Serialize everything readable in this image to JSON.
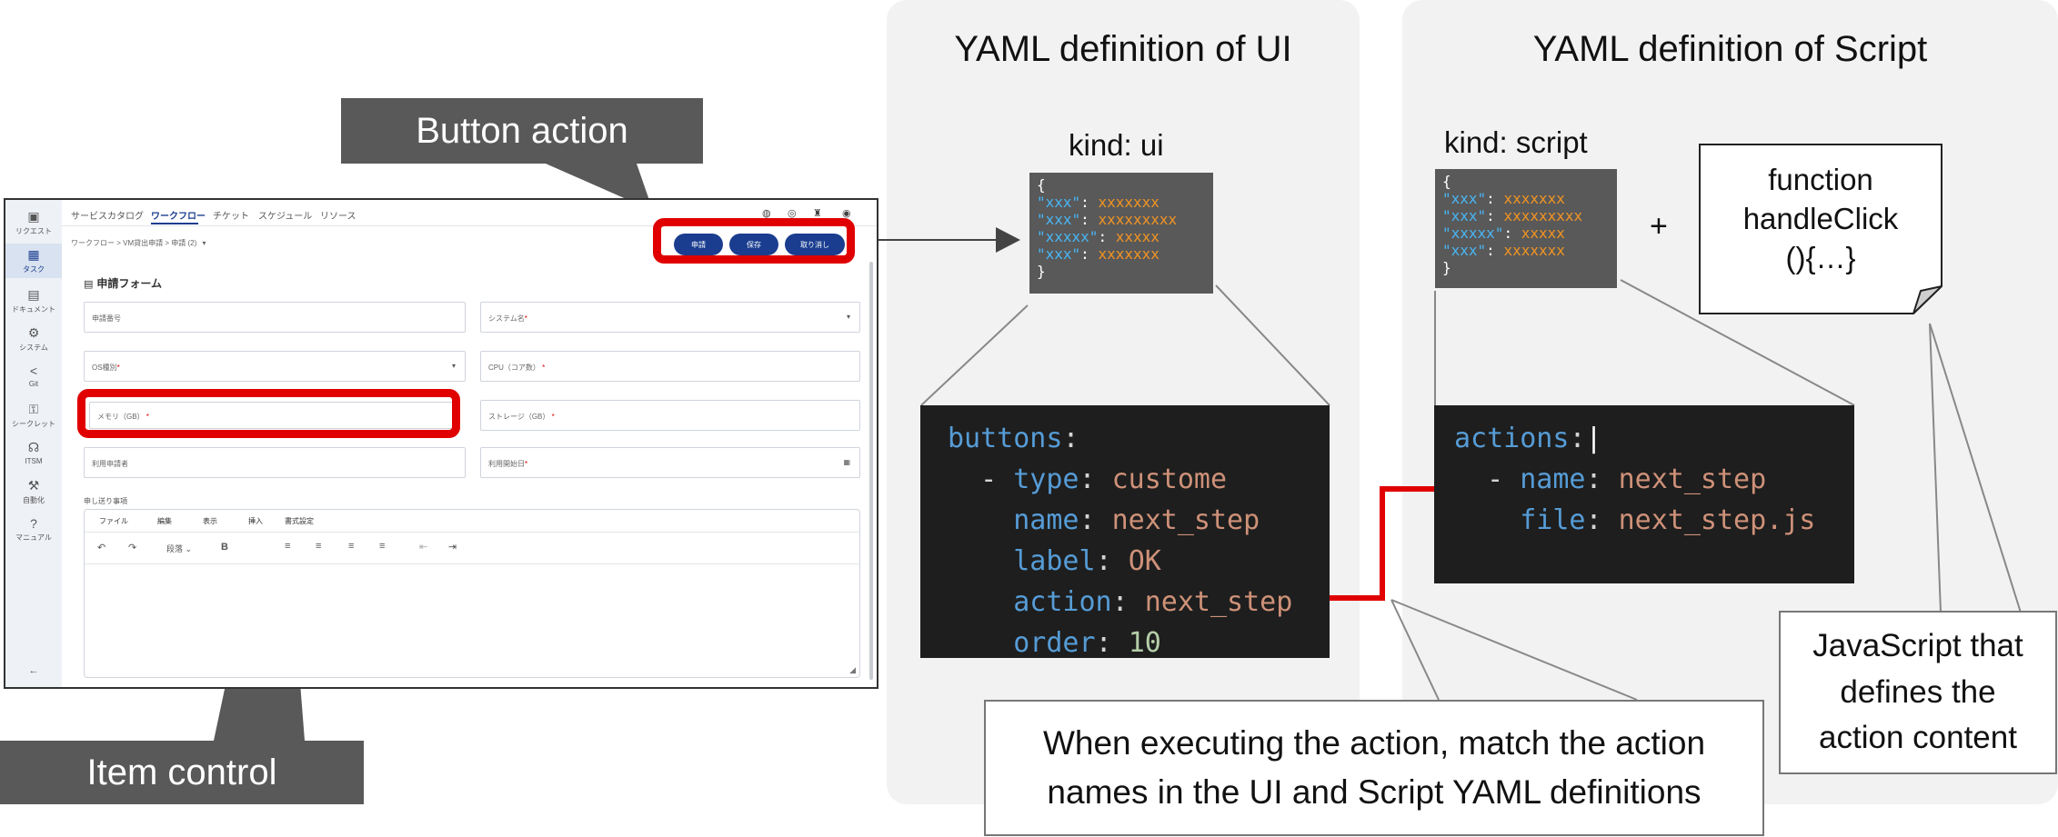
{
  "panels": {
    "ui_title": "YAML definition of UI",
    "script_title": "YAML definition of Script",
    "ui_kind": "kind: ui",
    "script_kind": "kind: script"
  },
  "callouts": {
    "button_action": "Button action",
    "item_control": "Item control",
    "match_note_line1": "When executing the action, match the action",
    "match_note_line2": "names in the UI and Script YAML definitions",
    "js_note_line1": "JavaScript that",
    "js_note_line2": "defines the",
    "js_note_line3": "action content"
  },
  "function_note": {
    "line1": "function",
    "line2": "handleClick",
    "line3": "(){…}"
  },
  "plus_sign": "+",
  "ui_thumb": {
    "open": "{",
    "close": "}",
    "rows": [
      {
        "key": "\"xxx\"",
        "val": "xxxxxxx"
      },
      {
        "key": "\"xxx\"",
        "val": "xxxxxxxxx"
      },
      {
        "key": "\"xxxxx\"",
        "val": "xxxxx"
      },
      {
        "key": "\"xxx\"",
        "val": "xxxxxxx"
      }
    ]
  },
  "script_thumb": {
    "open": "{",
    "close": "}",
    "rows": [
      {
        "key": "\"xxx\"",
        "val": "xxxxxxx"
      },
      {
        "key": "\"xxx\"",
        "val": "xxxxxxxxx"
      },
      {
        "key": "\"xxxxx\"",
        "val": "xxxxx"
      },
      {
        "key": "\"xxx\"",
        "val": "xxxxxxx"
      }
    ]
  },
  "ui_code": {
    "buttons_key": "buttons",
    "dash": "- ",
    "type_key": "type",
    "type_val": "custome",
    "name_key": "name",
    "name_val": "next_step",
    "label_key": "label",
    "label_val": "OK",
    "action_key": "action",
    "action_val": "next_step",
    "order_key": "order",
    "order_val": "10"
  },
  "script_code": {
    "actions_key": "actions",
    "dash": "- ",
    "name_key": "name",
    "name_val": "next_step",
    "file_key": "file",
    "file_val": "next_step.js"
  },
  "app": {
    "sidebar": [
      {
        "icon": "▣",
        "label": "リクエスト"
      },
      {
        "icon": "▦",
        "label": "タスク"
      },
      {
        "icon": "▤",
        "label": "ドキュメント"
      },
      {
        "icon": "⚙",
        "label": "システム"
      },
      {
        "icon": "<",
        "label": "Git"
      },
      {
        "icon": "⚿",
        "label": "シークレット"
      },
      {
        "icon": "☊",
        "label": "ITSM"
      },
      {
        "icon": "⚒",
        "label": "自動化"
      },
      {
        "icon": "?",
        "label": "マニュアル"
      }
    ],
    "collapse_icon": "←",
    "nav": [
      "サービスカタログ",
      "ワークフロー",
      "チケット",
      "スケジュール",
      "リソース"
    ],
    "breadcrumb": "ワークフロー > VM貸出申請 > 申請 (2)",
    "form_title": "申請フォーム",
    "buttons": {
      "apply": "申請",
      "save": "保存",
      "cancel": "取り消し"
    },
    "fields": {
      "app_no": "申請番号",
      "system_name": "システム名",
      "os_type": "OS種別",
      "cpu": "CPU（コア数）",
      "memory": "メモリ（GB）",
      "storage": "ストレージ（GB）",
      "user": "利用申請者",
      "start_date": "利用開始日",
      "req_mark": "*"
    },
    "notes_label": "申し送り事項",
    "editor_menu": [
      "ファイル",
      "編集",
      "表示",
      "挿入",
      "書式設定"
    ],
    "paragraph": "段落",
    "bold": "B"
  }
}
